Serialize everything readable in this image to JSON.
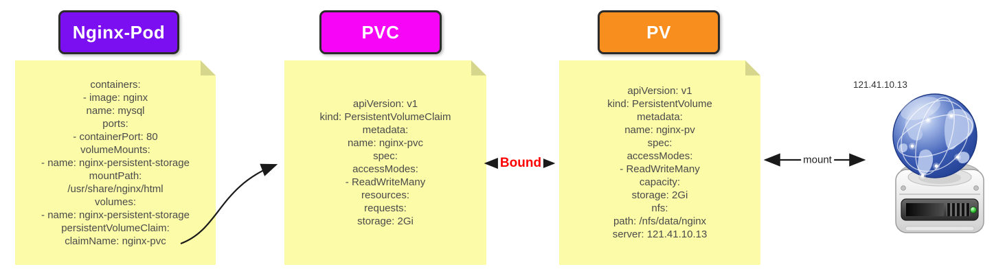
{
  "nodes": [
    {
      "header": {
        "label": "Nginx-Pod",
        "bg": "#7C0EF2"
      },
      "note": {
        "lines": [
          "containers:",
          "- image: nginx",
          "name: mysql",
          "ports:",
          "- containerPort: 80",
          "volumeMounts:",
          "- name: nginx-persistent-storage",
          "mountPath:",
          "/usr/share/nginx/html",
          "volumes:",
          "- name: nginx-persistent-storage",
          "persistentVolumeClaim:",
          "claimName: nginx-pvc"
        ]
      }
    },
    {
      "header": {
        "label": "PVC",
        "bg": "#F705F7"
      },
      "note": {
        "lines": [
          "apiVersion: v1",
          "kind: PersistentVolumeClaim",
          "metadata:",
          "name: nginx-pvc",
          "spec:",
          "accessModes:",
          "- ReadWriteMany",
          "resources:",
          "requests:",
          "storage: 2Gi"
        ]
      }
    },
    {
      "header": {
        "label": "PV",
        "bg": "#F78E1E"
      },
      "note": {
        "lines": [
          "apiVersion: v1",
          "kind: PersistentVolume",
          "metadata:",
          "name: nginx-pv",
          "spec:",
          "accessModes:",
          "- ReadWriteMany",
          "capacity:",
          "storage: 2Gi",
          "nfs:",
          "path: /nfs/data/nginx",
          "server: 121.41.10.13"
        ]
      }
    }
  ],
  "connectors": {
    "claim_to_pvc": {
      "type": "curved-arrow"
    },
    "bound": {
      "label": "Bound",
      "color": "#FF0000"
    },
    "mount": {
      "label": "mount",
      "color": "#222222"
    }
  },
  "nfs_server": {
    "ip": "121.41.10.13",
    "icon": "globe-on-disk-icon"
  },
  "colors": {
    "note_bg": "#FBFBA8",
    "note_fold": "#D6D68C",
    "note_text": "#4A4A4A",
    "arrow": "#1A1A1A"
  }
}
